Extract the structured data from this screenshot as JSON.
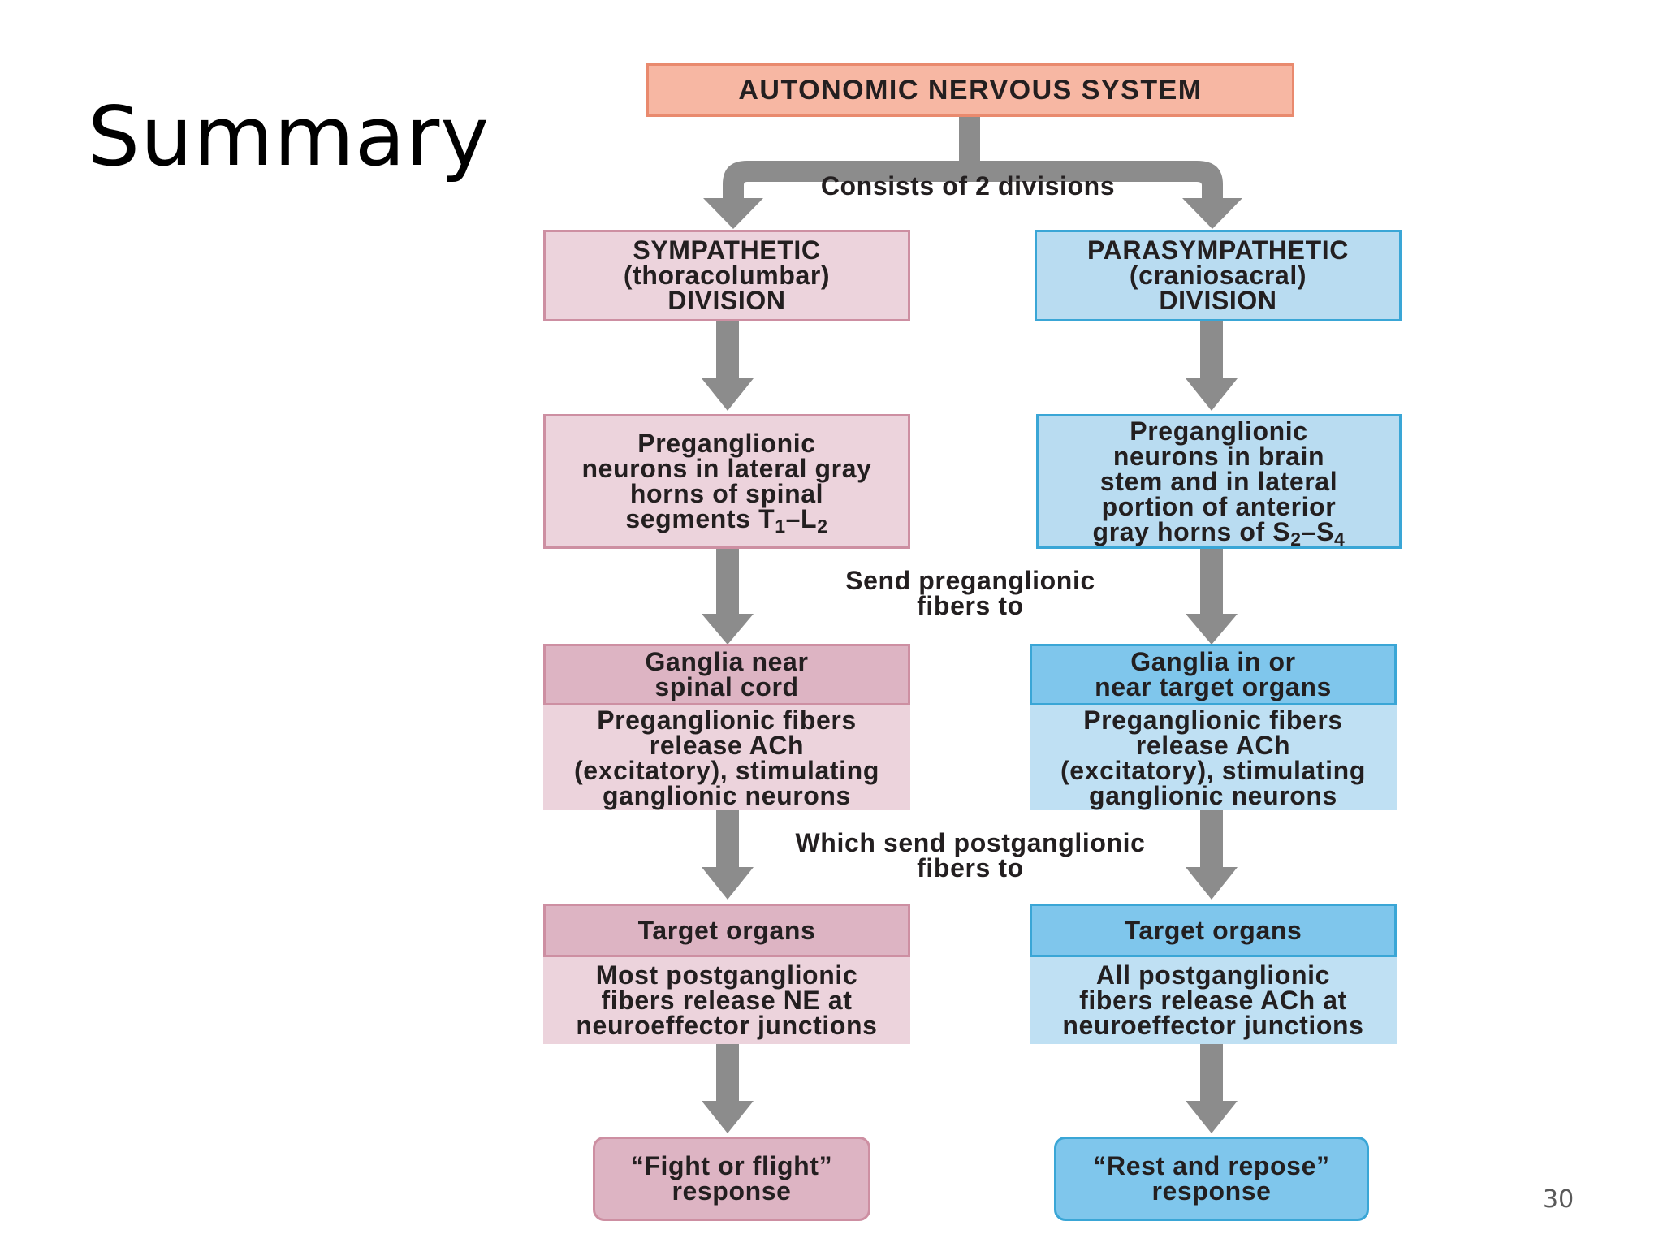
{
  "slide": {
    "title": "Summary",
    "page_number": "30"
  },
  "diagram": {
    "root": "AUTONOMIC NERVOUS SYSTEM",
    "split_label": "Consists of 2 divisions",
    "sympathetic": {
      "division": [
        "SYMPATHETIC",
        "(thoracolumbar)",
        "DIVISION"
      ],
      "preganglionic": [
        "Preganglionic",
        "neurons in lateral gray",
        "horns of spinal"
      ],
      "preganglionic_segments_prefix": "segments T",
      "seg_start_sub": "1",
      "seg_dash": "–L",
      "seg_end_sub": "2",
      "ganglia_head": [
        "Ganglia near",
        "spinal cord"
      ],
      "ganglia_body": [
        "Preganglionic fibers",
        "release ACh",
        "(excitatory), stimulating",
        "ganglionic neurons"
      ],
      "target_head": "Target organs",
      "target_body": [
        "Most postganglionic",
        "fibers release NE at",
        "neuroeffector junctions"
      ],
      "response": [
        "“Fight or flight”",
        "response"
      ]
    },
    "parasympathetic": {
      "division": [
        "PARASYMPATHETIC",
        "(craniosacral)",
        "DIVISION"
      ],
      "preganglionic": [
        "Preganglionic",
        "neurons in brain",
        "stem and in lateral",
        "portion of anterior"
      ],
      "preganglionic_segments_prefix": "gray horns of S",
      "seg_start_sub": "2",
      "seg_dash": "–S",
      "seg_end_sub": "4",
      "ganglia_head": [
        "Ganglia in or",
        "near target organs"
      ],
      "ganglia_body": [
        "Preganglionic fibers",
        "release ACh",
        "(excitatory), stimulating",
        "ganglionic neurons"
      ],
      "target_head": "Target organs",
      "target_body": [
        "All postganglionic",
        "fibers release ACh at",
        "neuroeffector junctions"
      ],
      "response": [
        "“Rest and repose”",
        "response"
      ]
    },
    "middle_label_1": [
      "Send preganglionic",
      "fibers to"
    ],
    "middle_label_2": [
      "Which send postganglionic",
      "fibers to"
    ]
  },
  "colors": {
    "arrow": "#8c8c8c",
    "sympathetic_light": "#ecd3dc",
    "sympathetic_dark": "#ddb4c3",
    "parasympathetic_light": "#b9dcf1",
    "parasympathetic_dark": "#7fc6ec",
    "root_fill": "#f7b7a3"
  }
}
